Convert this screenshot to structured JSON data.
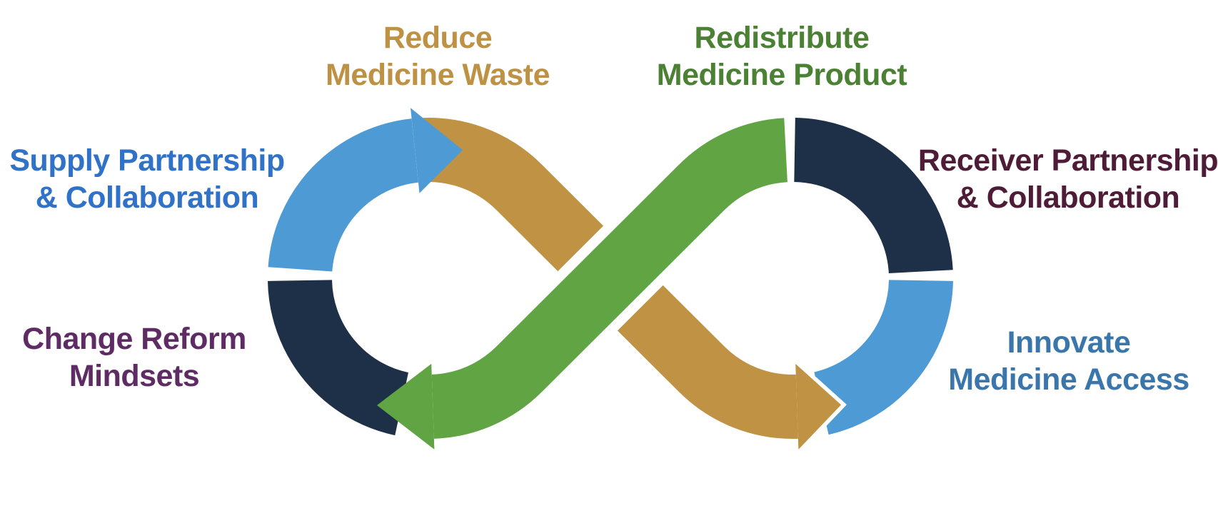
{
  "diagram": {
    "type": "infinity-flow",
    "background_color": "#FFFFFF",
    "gap_color": "#FFFFFF",
    "segments": {
      "supply_arc": {
        "color": "#4D9AD4",
        "arrowhead": "right-at-top-of-left-loop"
      },
      "change_arc": {
        "color": "#1D3048",
        "arrowhead": "none"
      },
      "receiver_arc": {
        "color": "#1D3048",
        "arrowhead": "none"
      },
      "innovate_arc": {
        "color": "#4D9AD4",
        "arrowhead": "none"
      },
      "reduce_band": {
        "color": "#BF9244",
        "arrowhead": "right-at-bottom-of-right-loop"
      },
      "redistribute_band": {
        "color": "#60A443",
        "arrowhead": "left-at-bottom-of-left-loop"
      }
    },
    "labels": {
      "reduce": {
        "line1": "Reduce",
        "line2": "Medicine Waste",
        "color": "#BE9245"
      },
      "redistribute": {
        "line1": "Redistribute",
        "line2": "Medicine Product",
        "color": "#4C8135"
      },
      "supply": {
        "line1": "Supply Partnership",
        "line2": "& Collaboration",
        "color": "#2F72C7"
      },
      "receiver": {
        "line1": "Receiver Partnership",
        "line2": "& Collaboration",
        "color": "#4F1C38"
      },
      "change": {
        "line1": "Change Reform",
        "line2": "Mindsets",
        "color": "#5E2B64"
      },
      "innovate": {
        "line1": "Innovate",
        "line2": "Medicine Access",
        "color": "#3A76AB"
      }
    }
  }
}
